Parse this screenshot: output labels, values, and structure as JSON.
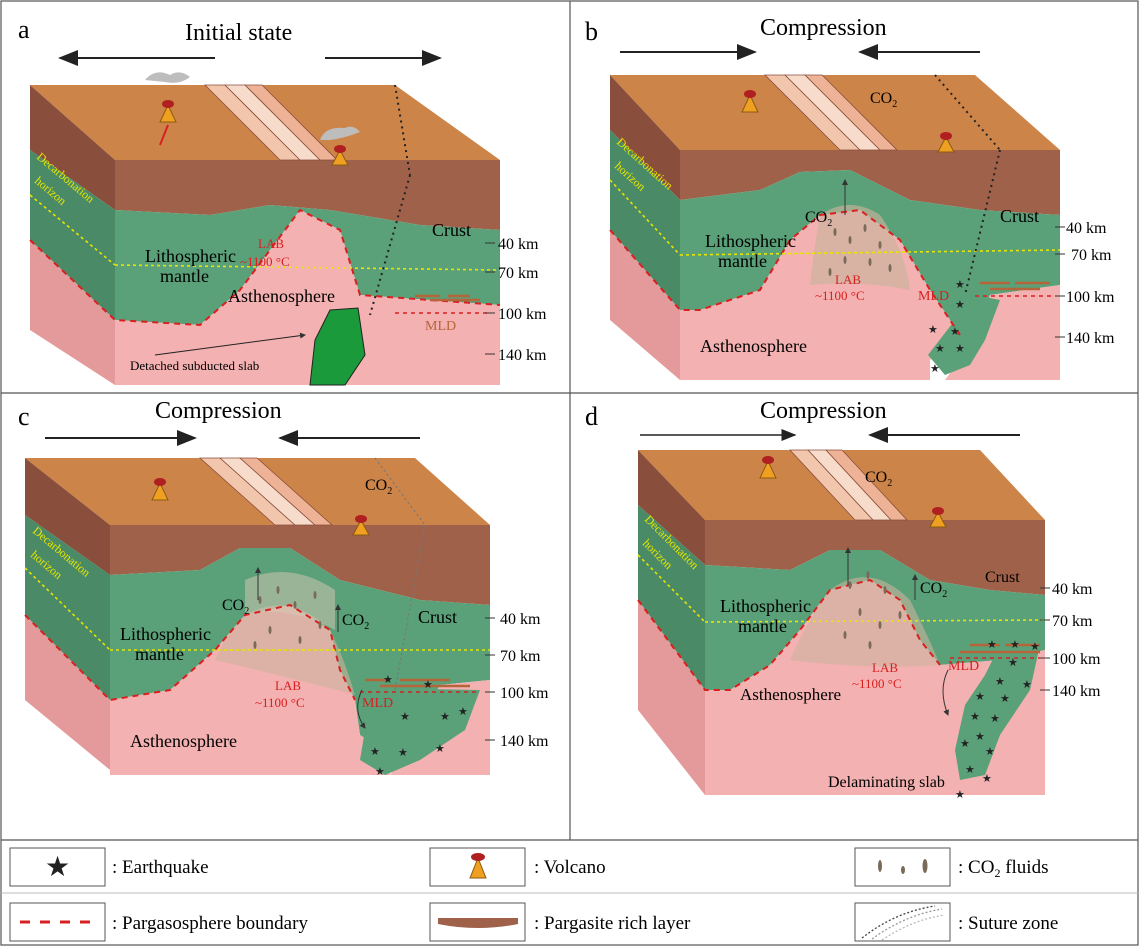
{
  "colors": {
    "crust_top": "#cd8448",
    "crust_front": "#a0614a",
    "crust_side": "#8a4f3c",
    "mantle_front": "#5aa078",
    "mantle_side": "#4a8a66",
    "astheno_front": "#f4b1b1",
    "astheno_side": "#e49a9a",
    "slab_green": "#1a9a3a",
    "lab_red": "#d82020",
    "decarb_yellow": "#e6e600",
    "mld_brown": "#b5653a",
    "volcano_orange": "#f0a020",
    "star": "#222222"
  },
  "panels": [
    {
      "letter": "a",
      "title": "Initial state",
      "labels": {
        "crust": "Crust",
        "lithospheric": "Lithospheric",
        "mantle": "mantle",
        "asthenosphere": "Asthenosphere",
        "lab": "LAB",
        "lab_temp": "~1100 °C",
        "mld": "MLD",
        "decarb1": "Decarbonation",
        "decarb2": "horizon",
        "slab": "Detached subducted slab"
      },
      "depths": [
        "40 km",
        "70 km",
        "100 km",
        "140 km"
      ]
    },
    {
      "letter": "b",
      "title": "Compression",
      "labels": {
        "crust": "Crust",
        "lithospheric": "Lithospheric",
        "mantle": "mantle",
        "asthenosphere": "Asthenosphere",
        "lab": "LAB",
        "lab_temp": "~1100 °C",
        "mld": "MLD",
        "decarb1": "Decarbonation",
        "decarb2": "horizon",
        "co2_top": "CO",
        "co2_mid": "CO"
      },
      "depths": [
        "40 km",
        "70 km",
        "100 km",
        "140 km"
      ]
    },
    {
      "letter": "c",
      "title": "Compression",
      "labels": {
        "crust": "Crust",
        "lithospheric": "Lithospheric",
        "mantle": "mantle",
        "asthenosphere": "Asthenosphere",
        "lab": "LAB",
        "lab_temp": "~1100 °C",
        "mld": "MLD",
        "decarb1": "Decarbonation",
        "decarb2": "horizon",
        "co2_top": "CO",
        "co2_left": "CO",
        "co2_right": "CO"
      },
      "depths": [
        "40 km",
        "70 km",
        "100 km",
        "140 km"
      ]
    },
    {
      "letter": "d",
      "title": "Compression",
      "labels": {
        "crust": "Crust",
        "lithospheric": "Lithospheric",
        "mantle": "mantle",
        "asthenosphere": "Asthenosphere",
        "lab": "LAB",
        "lab_temp": "~1100 °C",
        "mld": "MLD",
        "decarb1": "Decarbonation",
        "decarb2": "horizon",
        "co2_top": "CO",
        "co2_right": "CO",
        "slab": "Delaminating slab"
      },
      "depths": [
        "40 km",
        "70 km",
        "100 km",
        "140 km"
      ]
    }
  ],
  "legend": {
    "earthquake": ": Earthquake",
    "volcano": ": Volcano",
    "co2_fluids_pre": ": CO",
    "co2_fluids_post": " fluids",
    "pargasosphere": ": Pargasosphere boundary",
    "pargasite": ": Pargasite rich layer",
    "suture": ": Suture zone",
    "subscript": "2"
  }
}
